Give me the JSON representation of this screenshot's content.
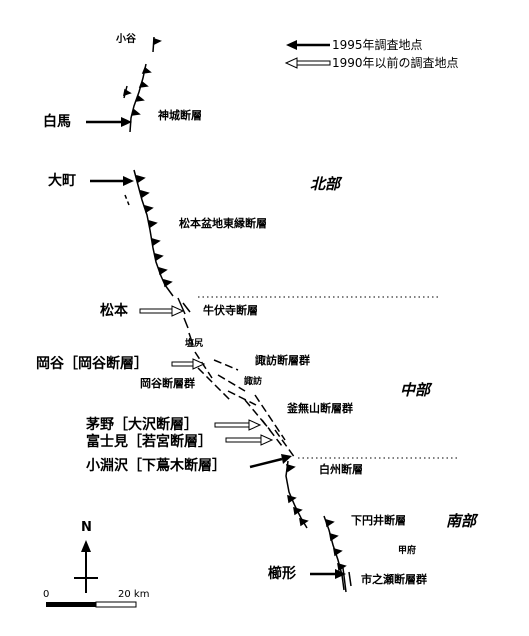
{
  "legend": {
    "item_1995": "1995年調査地点",
    "item_pre1990": "1990年以前の調査地点"
  },
  "regions": {
    "north": "北部",
    "central": "中部",
    "south": "南部"
  },
  "faults": {
    "kamishiro": "神城断層",
    "matsumoto_basin_east": "松本盆地東縁断層",
    "goshoji": "牛伏寺断層",
    "okaya_group": "岡谷断層群",
    "suwa_group": "諏訪断層群",
    "kamanashiyama_group": "釜無山断層群",
    "hakushu": "白州断層",
    "shimotsuburai": "下円井断層",
    "ichinose_group": "市之瀬断層群"
  },
  "towns": {
    "otari": "小谷",
    "shiojiri": "塩尻",
    "suwa": "諏訪",
    "kofu": "甲府"
  },
  "sites": {
    "hakuba": "白馬",
    "omachi": "大町",
    "matsumoto": "松本",
    "okaya": "岡谷［岡谷断層］",
    "chino": "茅野［大沢断層］",
    "fujimi": "富士見［若宮断層］",
    "kobuchizawa": "小淵沢［下蔦木断層］",
    "kushigata": "櫛形"
  },
  "north_arrow": {
    "label": "N"
  },
  "scale_bar": {
    "zero": "0",
    "max_label": "20 km"
  }
}
